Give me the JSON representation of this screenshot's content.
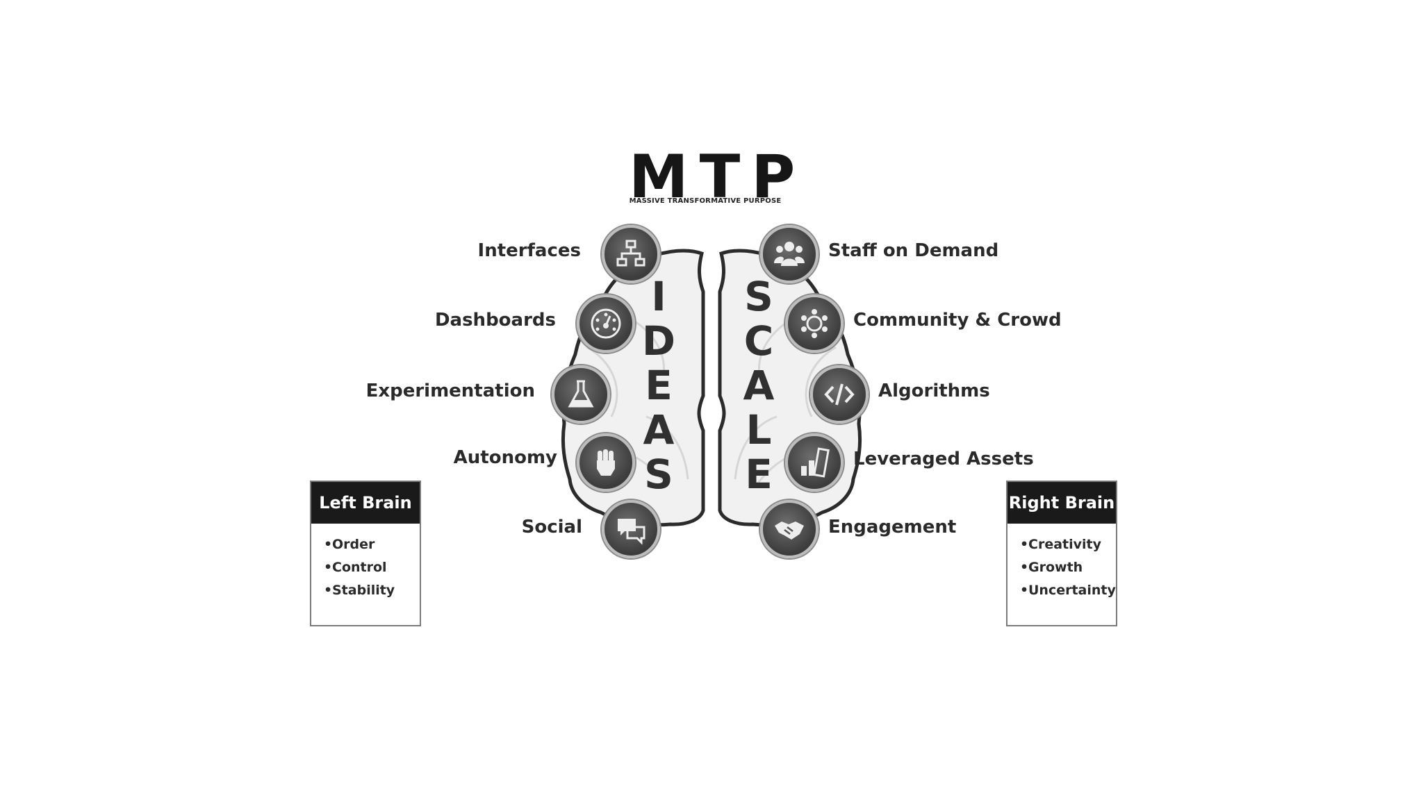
{
  "title": {
    "main": "MTP",
    "subtitle": "MASSIVE TRANSFORMATIVE PURPOSE"
  },
  "left_side": {
    "word_letters": [
      "I",
      "D",
      "E",
      "A",
      "S"
    ],
    "attributes": [
      {
        "label": "Interfaces",
        "icon": "network-icon"
      },
      {
        "label": "Dashboards",
        "icon": "dashboard-icon"
      },
      {
        "label": "Experimentation",
        "icon": "flask-icon"
      },
      {
        "label": "Autonomy",
        "icon": "fist-icon"
      },
      {
        "label": "Social",
        "icon": "chat-icon"
      }
    ]
  },
  "right_side": {
    "word_letters": [
      "S",
      "C",
      "A",
      "L",
      "E"
    ],
    "attributes": [
      {
        "label": "Staff on Demand",
        "icon": "people-icon"
      },
      {
        "label": "Community & Crowd",
        "icon": "community-icon"
      },
      {
        "label": "Algorithms",
        "icon": "code-icon"
      },
      {
        "label": "Leveraged Assets",
        "icon": "assets-icon"
      },
      {
        "label": "Engagement",
        "icon": "handshake-icon"
      }
    ]
  },
  "left_brain_box": {
    "heading": "Left Brain",
    "items": [
      "Order",
      "Control",
      "Stability"
    ]
  },
  "right_brain_box": {
    "heading": "Right Brain",
    "items": [
      "Creativity",
      "Growth",
      "Uncertainty"
    ]
  },
  "colors": {
    "icon_fill": "#4a4a4a",
    "brain_fill": "#f1f1f1",
    "brain_outline": "#2b2b2b",
    "box_header": "#1a1a1a"
  }
}
